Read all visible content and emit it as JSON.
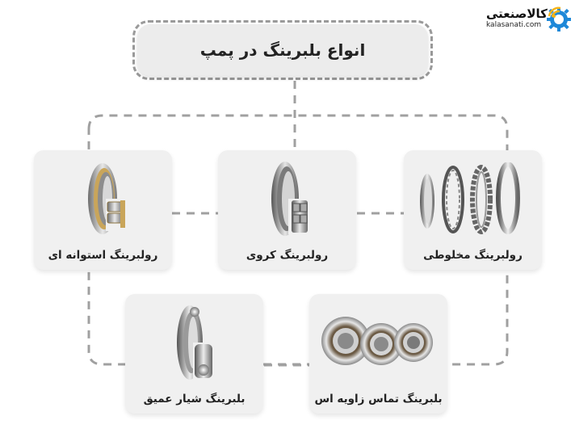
{
  "header": {
    "title": "انواع بلبرینگ در پمپ"
  },
  "logo": {
    "brand": "کالاصنعتی",
    "domain": "kalasanati.com",
    "icon": "gear-wifi-icon",
    "colors": {
      "gear": "#1e88d8",
      "signal": "#f5b41a"
    }
  },
  "cards": [
    {
      "id": "cylindrical",
      "label": "رولبرینگ استوانه ای",
      "icon": "cylindrical-roller-bearing-icon"
    },
    {
      "id": "spherical",
      "label": "رولبرینگ کروی",
      "icon": "spherical-roller-bearing-icon"
    },
    {
      "id": "tapered",
      "label": "رولبرینگ مخلوطی",
      "icon": "tapered-roller-bearing-parts-icon"
    },
    {
      "id": "deep-groove",
      "label": "بلبرینگ شیار عمیق",
      "icon": "deep-groove-ball-bearing-icon"
    },
    {
      "id": "angular-contact",
      "label": "بلبرینگ تماس زاویه اس",
      "icon": "angular-contact-ball-bearings-icon"
    }
  ],
  "colors": {
    "card_bg": "#f0f0f0",
    "connector": "#9a9a9a",
    "title_bg": "#ececec",
    "text": "#222222"
  }
}
